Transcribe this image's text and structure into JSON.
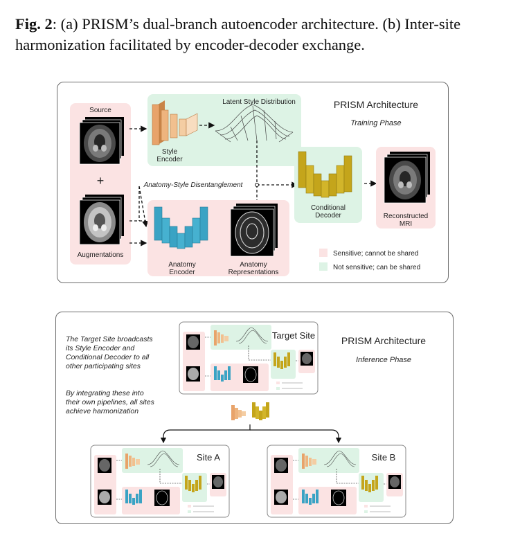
{
  "caption": {
    "fig_label": "Fig. 2",
    "text": ": (a) PRISM’s dual-branch autoencoder architecture. (b) Inter-site harmonization facilitated by encoder-decoder exchange."
  },
  "training": {
    "title": "PRISM Architecture",
    "phase": "Training Phase",
    "source": "Source",
    "plus": "+",
    "augmentations": "Augmentations",
    "latent": "Latent Style Distribution",
    "style_encoder_1": "Style",
    "style_encoder_2": "Encoder",
    "disentangle": "Anatomy-Style Disentanglement",
    "cond_decoder_1": "Conditional",
    "cond_decoder_2": "Decoder",
    "recon_1": "Reconstructed",
    "recon_2": "MRI",
    "anat_encoder_1": "Anatomy",
    "anat_encoder_2": "Encoder",
    "anat_rep_1": "Anatomy",
    "anat_rep_2": "Representations",
    "legend_sensitive": "Sensitive; cannot be shared",
    "legend_not_sensitive": "Not sensitive; can be shared"
  },
  "inference": {
    "title": "PRISM Architecture",
    "phase": "Inference Phase",
    "text1_l1": "The Target Site broadcasts",
    "text1_l2": "its Style Encoder and",
    "text1_l3": "Conditional Decoder to all",
    "text1_l4": "other participating sites",
    "text2_l1": "By integrating these into",
    "text2_l2": "their own pipelines, all sites",
    "text2_l3": "achieve harmonization",
    "target_site": "Target Site",
    "site_a": "Site A",
    "site_b": "Site B"
  },
  "colors": {
    "pink": "#fbe3e3",
    "green": "#ddf3e5",
    "orange": "#e8a36a",
    "blue": "#3aa3c4",
    "olive": "#c4a51b"
  }
}
